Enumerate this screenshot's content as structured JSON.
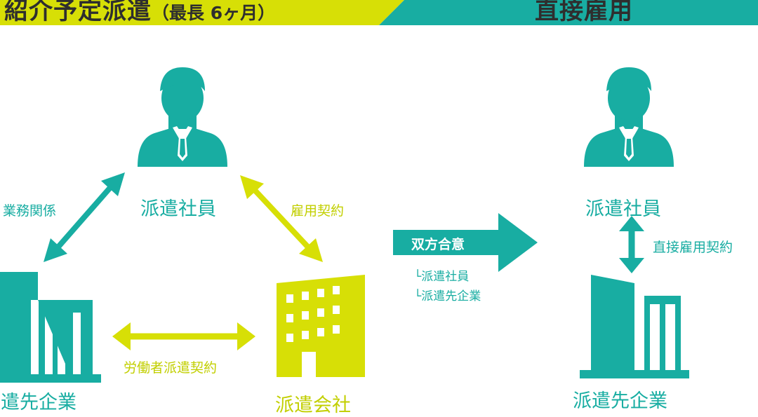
{
  "colors": {
    "teal": "#18ada2",
    "lime": "#d7df06",
    "dark": "#2e2e2e",
    "white": "#ffffff"
  },
  "banner": {
    "left_title": "紹介予定派遣",
    "left_sub": "（最長 6ヶ月）",
    "right_title": "直接雇用"
  },
  "left": {
    "worker_label": "派遣社員",
    "client_label": "派遣先企業",
    "agency_label": "派遣会社",
    "rel_business": "業務関係",
    "rel_employment": "雇用契約",
    "rel_dispatch": "労働者派遣契約"
  },
  "center": {
    "agree_label": "双方合意",
    "parties": [
      "└派遣社員",
      "└派遣先企業"
    ]
  },
  "right": {
    "worker_label": "派遣社員",
    "rel_direct": "直接雇用契約",
    "client_label": "派遣先企業"
  },
  "icons": [
    "person-icon",
    "company-building-icon",
    "agency-building-icon",
    "double-arrow-icon",
    "right-arrow-icon"
  ]
}
